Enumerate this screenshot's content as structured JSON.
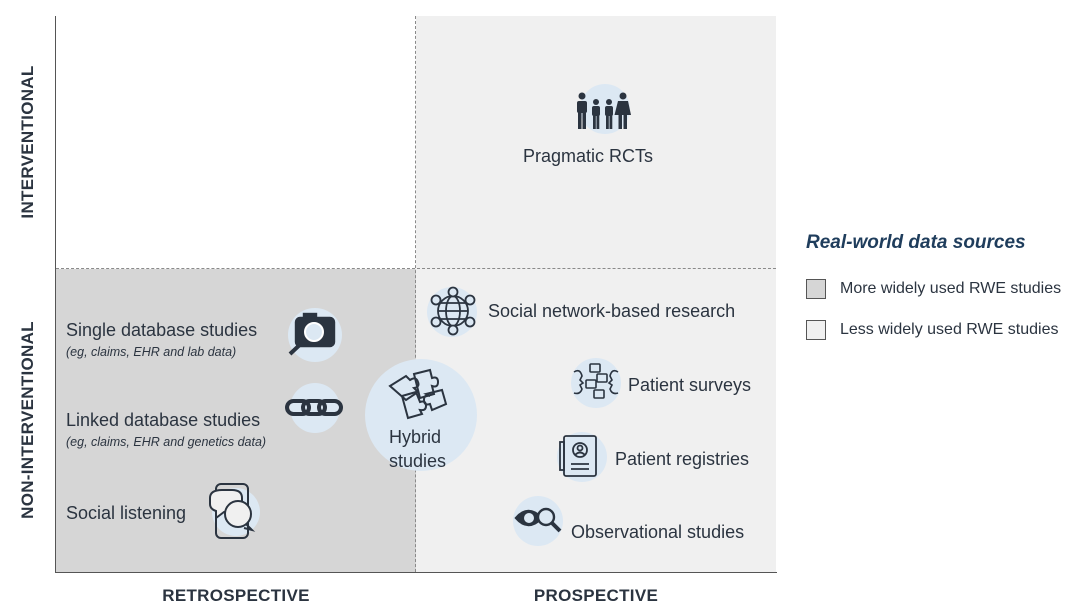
{
  "axes": {
    "y_top": "INTERVENTIONAL",
    "y_bottom": "NON-INTERVENTIONAL",
    "x_left": "RETROSPECTIVE",
    "x_right": "PROSPECTIVE"
  },
  "items": {
    "pragmatic_rcts": "Pragmatic RCTs",
    "single_db": "Single database studies",
    "single_db_sub": "(eg, claims, EHR and lab data)",
    "linked_db": "Linked database studies",
    "linked_db_sub": "(eg, claims, EHR and genetics data)",
    "social_listening": "Social listening",
    "hybrid_line1": "Hybrid",
    "hybrid_line2": "studies",
    "social_network": "Social network-based research",
    "patient_surveys": "Patient surveys",
    "patient_registries": "Patient registries",
    "observational": "Observational studies"
  },
  "legend": {
    "title": "Real-world data sources",
    "more": "More widely used RWE studies",
    "less": "Less widely used RWE studies",
    "more_color": "#d6d6d6",
    "less_color": "#f0f0f0"
  },
  "colors": {
    "icon_circle": "#dce8f3",
    "icon_stroke": "#2b3440",
    "title_blue": "#1f3d5c"
  }
}
